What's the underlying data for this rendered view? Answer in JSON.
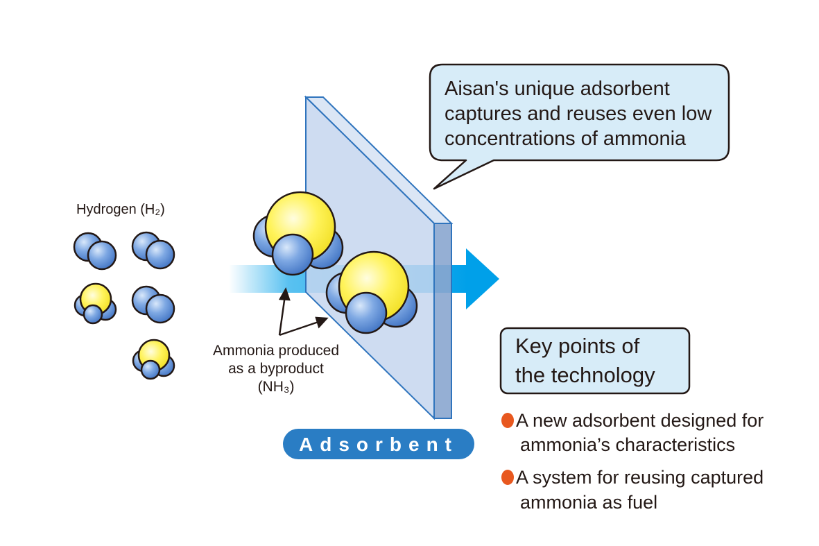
{
  "callout": {
    "lines": [
      "Aisan's unique adsorbent",
      "captures and reuses even low",
      "concentrations of ammonia"
    ]
  },
  "hydrogen_label": "Hydrogen (H₂)",
  "ammonia_label": {
    "lines": [
      "Ammonia produced",
      "as a byproduct",
      "(NH₃)"
    ]
  },
  "adsorbent_label": "Adsorbent",
  "key_points": {
    "title_lines": [
      "Key points of",
      "the technology"
    ],
    "items": [
      {
        "lines": [
          "A new adsorbent designed for",
          "ammonia’s characteristics"
        ]
      },
      {
        "lines": [
          "A system for reusing captured",
          "ammonia as fuel"
        ]
      }
    ]
  },
  "colors": {
    "hydrogen_atom": "#5b8fd6",
    "nitrogen_atom": "#fff35a",
    "outline": "#231815",
    "panel_face": "#c6d6ee",
    "panel_edge": "#2f74bd",
    "flow_arrow": "#00a0e9",
    "callout_fill": "#d7ecf8",
    "adsorbent_badge": "#2a7dc4",
    "bullet": "#e8581f"
  }
}
